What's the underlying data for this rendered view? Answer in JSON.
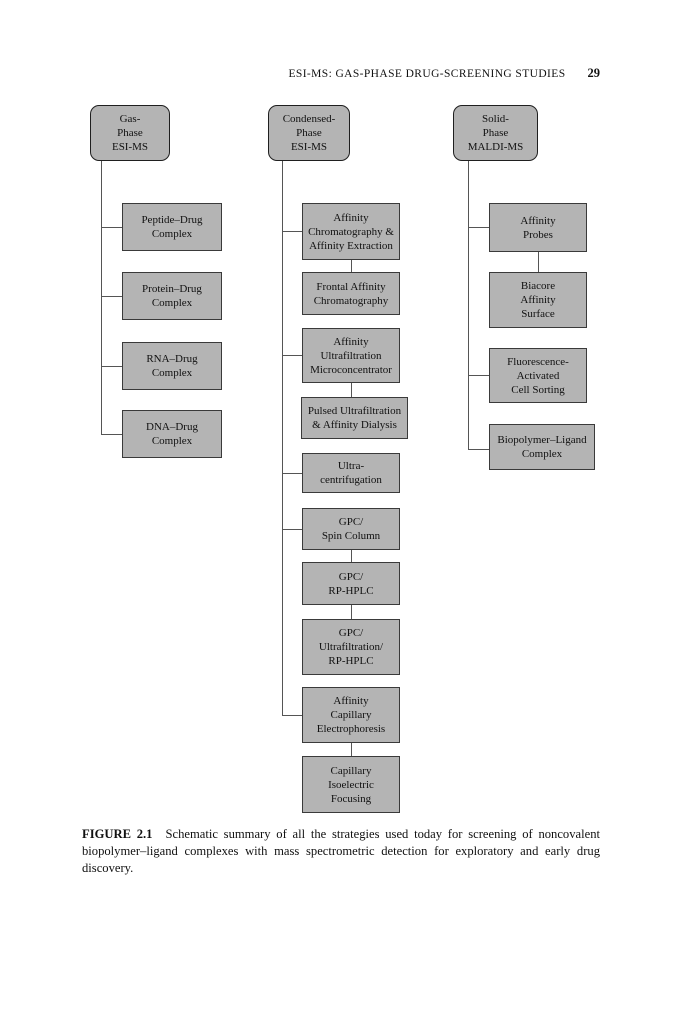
{
  "page": {
    "running_head": "ESI-MS: GAS-PHASE DRUG-SCREENING STUDIES",
    "page_number": "29"
  },
  "diagram": {
    "colors": {
      "box_fill": "#b4b4b4",
      "box_border": "#3a3a3a",
      "connector": "#555555"
    },
    "columns": [
      {
        "header": "Gas-\nPhase\nESI-MS",
        "nodes": [
          {
            "label": "Peptide–Drug\nComplex"
          },
          {
            "label": "Protein–Drug\nComplex"
          },
          {
            "label": "RNA–Drug\nComplex"
          },
          {
            "label": "DNA–Drug\nComplex"
          }
        ]
      },
      {
        "header": "Condensed-\nPhase\nESI-MS",
        "nodes": [
          {
            "label": "Affinity\nChromatography &\nAffinity Extraction"
          },
          {
            "label": "Frontal Affinity\nChromatography"
          },
          {
            "label": "Affinity\nUltrafiltration\nMicroconcentrator"
          },
          {
            "label": "Pulsed Ultrafiltration\n& Affinity Dialysis"
          },
          {
            "label": "Ultra-\ncentrifugation"
          },
          {
            "label": "GPC/\nSpin Column"
          },
          {
            "label": "GPC/\nRP-HPLC"
          },
          {
            "label": "GPC/\nUltrafiltration/\nRP-HPLC"
          },
          {
            "label": "Affinity\nCapillary\nElectrophoresis"
          },
          {
            "label": "Capillary\nIsoelectric\nFocusing"
          }
        ]
      },
      {
        "header": "Solid-\nPhase\nMALDI-MS",
        "nodes": [
          {
            "label": "Affinity\nProbes"
          },
          {
            "label": "Biacore\nAffinity\nSurface"
          },
          {
            "label": "Fluorescence-\nActivated\nCell Sorting"
          },
          {
            "label": "Biopolymer–Ligand\nComplex"
          }
        ]
      }
    ]
  },
  "caption": {
    "label": "FIGURE 2.1",
    "text": "Schematic summary of all the strategies used today for screening of noncovalent biopolymer–ligand complexes with mass spectrometric detection for exploratory and early drug discovery."
  }
}
